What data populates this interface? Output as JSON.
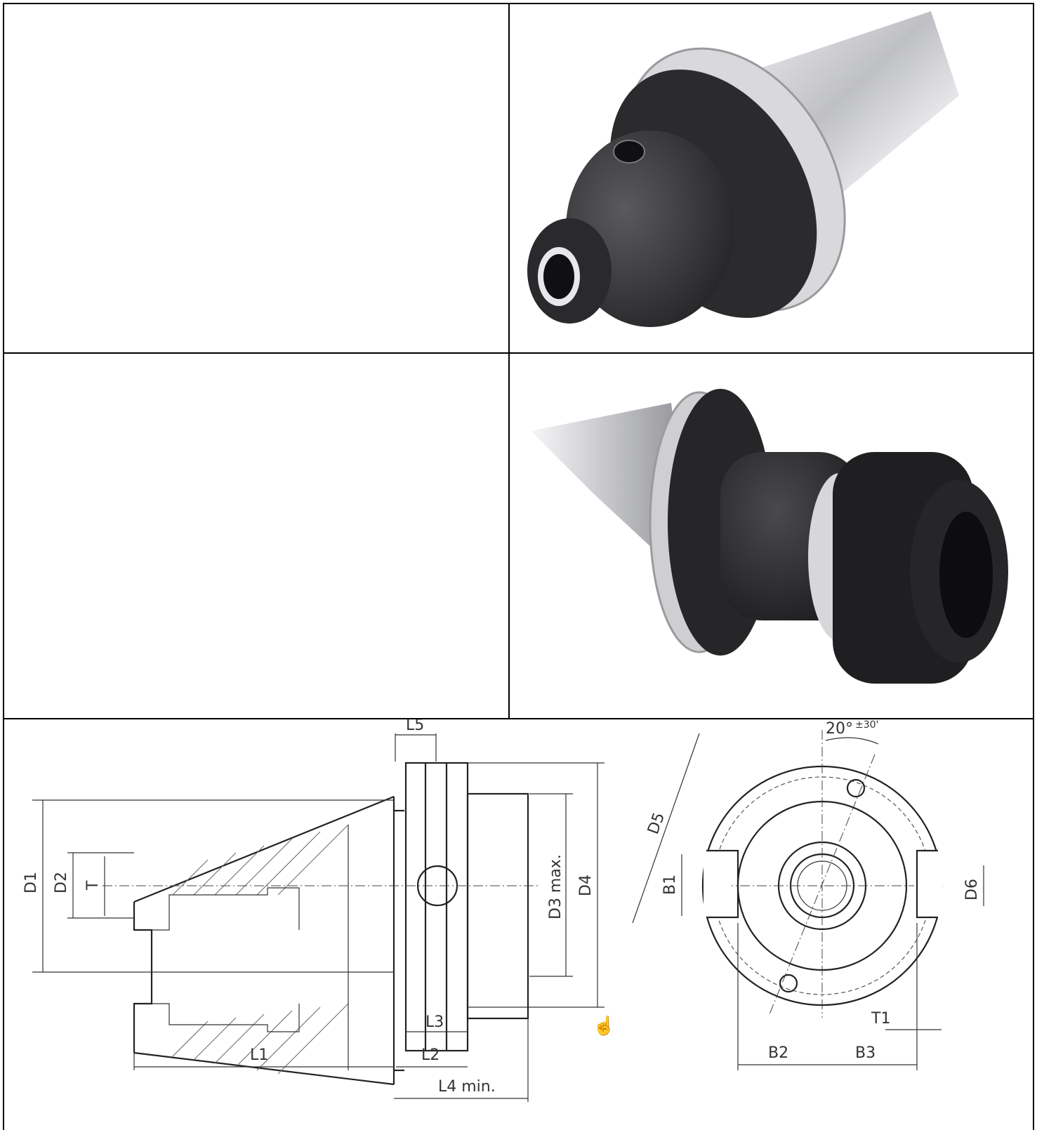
{
  "images": [
    {
      "name": "tool-holder-shrink-fit-photo",
      "alt": ""
    },
    {
      "name": "tool-holder-collet-chuck-photo",
      "alt": ""
    }
  ],
  "drawing": {
    "labels": {
      "L5": "L5",
      "D1": "D1",
      "D2": "D2",
      "T": "T",
      "D3": "D3 max.",
      "D4": "D4",
      "L3": "L3",
      "L1": "L1",
      "L2": "L2",
      "L4": "L4 min.",
      "D5": "D5",
      "angle": "20°",
      "angle_tol": "±30'",
      "B1": "B1",
      "D6": "D6",
      "T1": "T1",
      "B2": "B2",
      "B3": "B3"
    }
  },
  "colors": {
    "line": "#333333",
    "holder_dark": "#2b2b2d",
    "steel": "#c8c8cc"
  }
}
